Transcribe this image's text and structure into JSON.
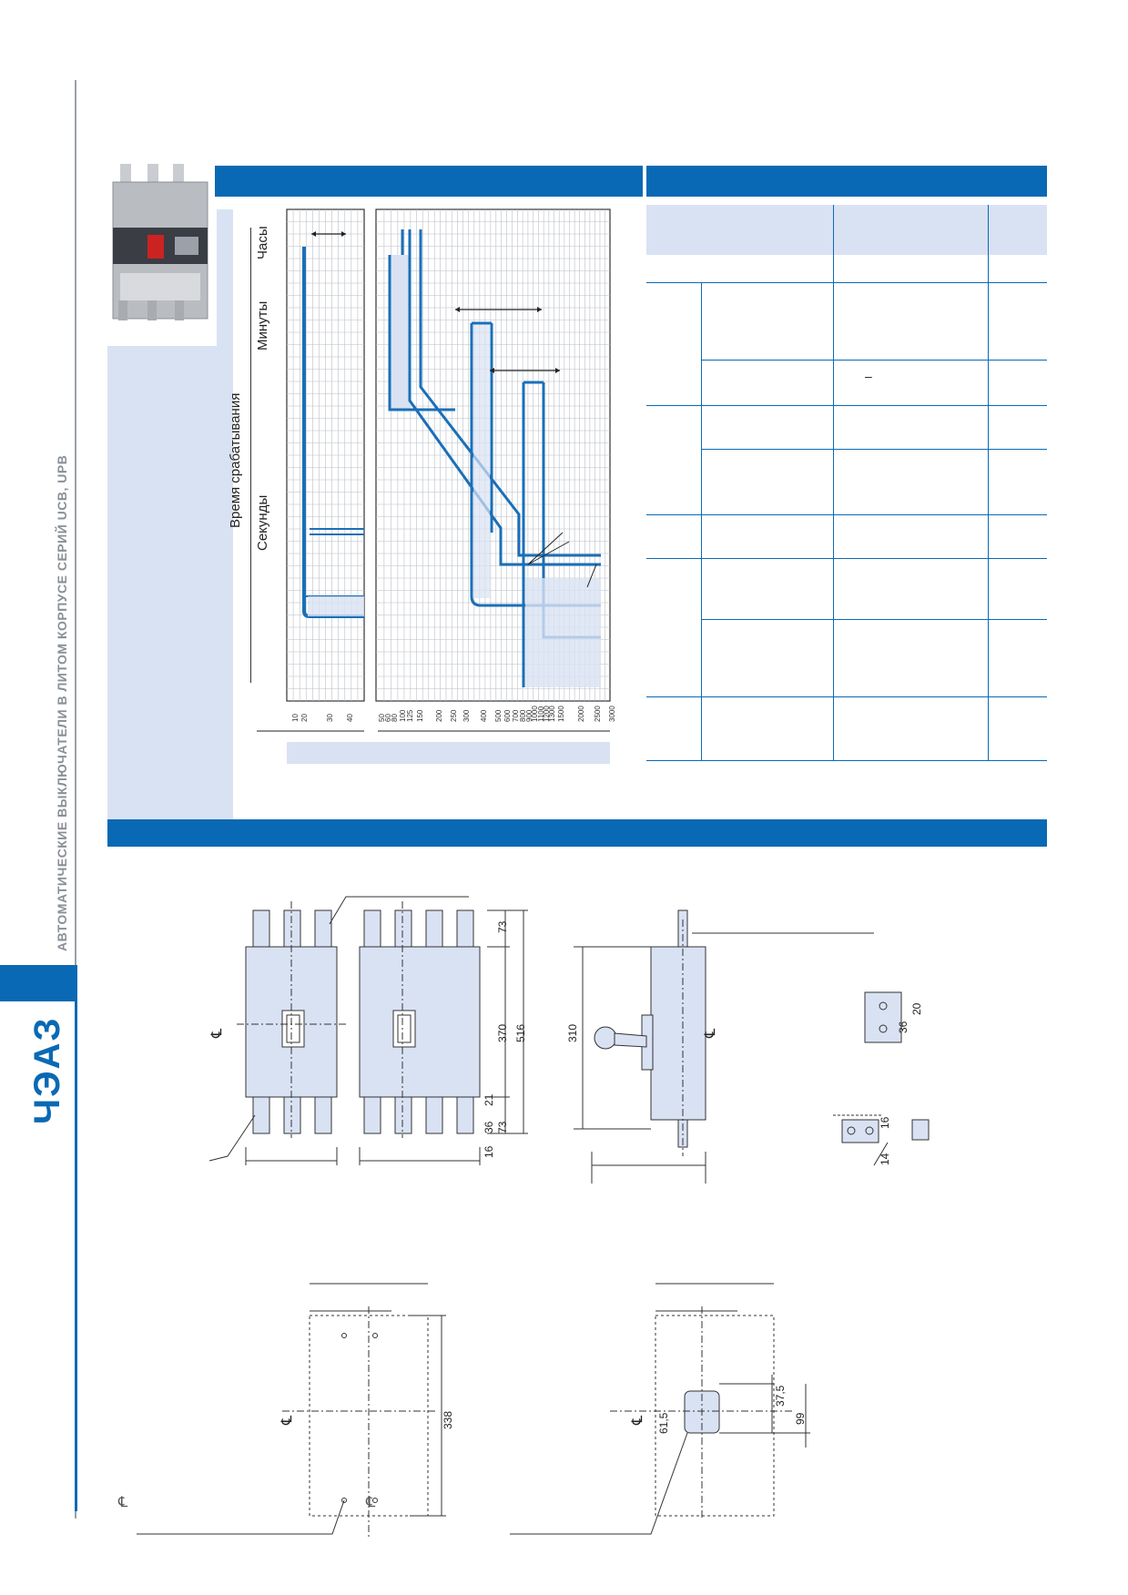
{
  "sidebar": {
    "title": "АВТОМАТИЧЕСКИЕ ВЫКЛЮЧАТЕЛИ В ЛИТОМ КОРПУСЕ СЕРИЙ UCB, UPB",
    "logo": "ЧЭАЗ"
  },
  "chart": {
    "y_axis_title": "Время срабатывания",
    "y_zones": [
      "Секунды",
      "Минуты",
      "Часы"
    ],
    "ticks_left": [
      "10",
      "20",
      "30",
      "40"
    ],
    "ticks_right": [
      "50",
      "60",
      "80",
      "100",
      "125",
      "150",
      "200",
      "250",
      "300",
      "400",
      "500",
      "600",
      "700",
      "800",
      "900",
      "1000",
      "1100",
      "1200",
      "1300",
      "1500",
      "2000",
      "2500",
      "3000"
    ]
  },
  "table": {
    "dash": "–"
  },
  "drawings": {
    "centerline": "℄",
    "dims_front": [
      "73",
      "370",
      "516",
      "21",
      "36",
      "73",
      "16"
    ],
    "dim_side": "310",
    "dims_terminal": [
      "36",
      "20"
    ],
    "dims_bar": [
      "16",
      "14"
    ],
    "dim_cutout": "338",
    "dims_panel": [
      "37,5",
      "99",
      "61,5"
    ]
  },
  "colors": {
    "accent": "#0a69b4",
    "panel": "#d9e2f3",
    "curve": "#1a6fb8"
  }
}
